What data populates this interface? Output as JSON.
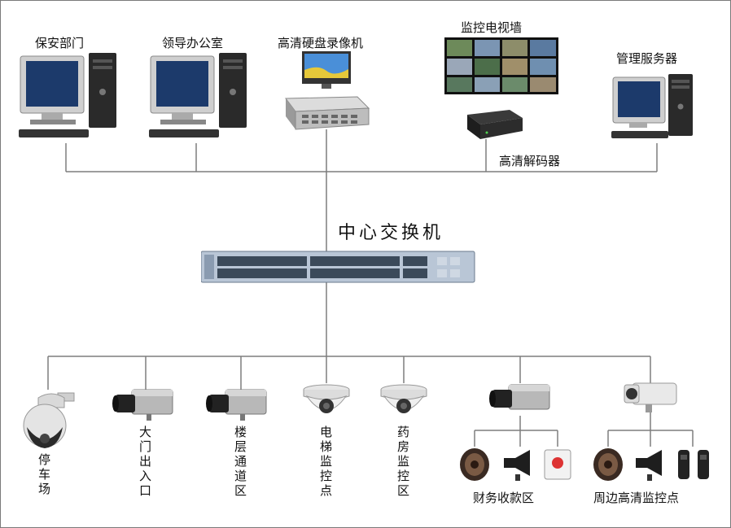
{
  "labels": {
    "security_dept": "保安部门",
    "leader_office": "领导办公室",
    "hd_recorder": "高清硬盘录像机",
    "video_wall": "监控电视墙",
    "hd_decoder": "高清解码器",
    "mgmt_server": "管理服务器",
    "core_switch": "中心交换机",
    "parking": "停车场",
    "main_gate": "大门出入口",
    "floor_corridor": "楼层通道区",
    "elevator": "电梯监控点",
    "pharmacy": "药房监控区",
    "finance": "财务收款区",
    "perimeter": "周边高清监控点"
  },
  "colors": {
    "line": "#7d7d7d",
    "switch_body": "#b9c6d6",
    "monitor_screen": "#1c3a6b",
    "dark_device": "#2a2a2a"
  }
}
